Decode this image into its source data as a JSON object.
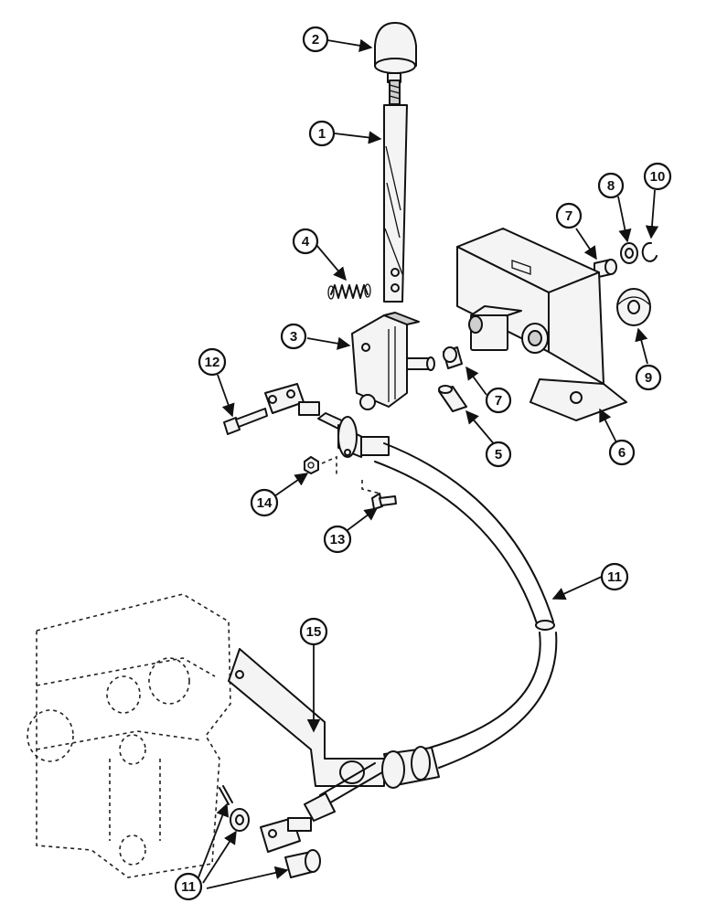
{
  "callouts": [
    {
      "id": "c2",
      "label": "2"
    },
    {
      "id": "c1",
      "label": "1"
    },
    {
      "id": "c4",
      "label": "4"
    },
    {
      "id": "c3",
      "label": "3"
    },
    {
      "id": "c7a",
      "label": "7"
    },
    {
      "id": "c8",
      "label": "8"
    },
    {
      "id": "c10",
      "label": "10"
    },
    {
      "id": "c9",
      "label": "9"
    },
    {
      "id": "c7b",
      "label": "7"
    },
    {
      "id": "c5",
      "label": "5"
    },
    {
      "id": "c6",
      "label": "6"
    },
    {
      "id": "c12",
      "label": "12"
    },
    {
      "id": "c14",
      "label": "14"
    },
    {
      "id": "c13",
      "label": "13"
    },
    {
      "id": "c11a",
      "label": "11"
    },
    {
      "id": "c15",
      "label": "15"
    },
    {
      "id": "c11b",
      "label": "11"
    }
  ]
}
